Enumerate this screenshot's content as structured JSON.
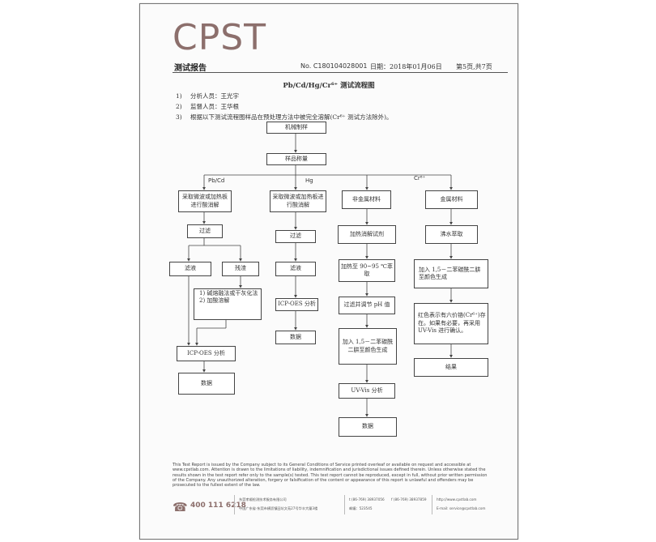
{
  "header": {
    "logo": "CPST",
    "report_title": "测试报告",
    "report_no": "No. C180104028001",
    "date": "日期：2018年01月06日",
    "page": "第5页,共7页"
  },
  "flow_title": "Pb/Cd/Hg/Cr⁶⁺ 测试流程图",
  "notes": [
    {
      "num": "1)",
      "text": "分析人员：王光宇"
    },
    {
      "num": "2)",
      "text": "监督人员：王华根"
    },
    {
      "num": "3)",
      "text": "根据以下测试流程图样品在预处理方法中被完全溶解(Cr⁶⁺ 测试方法除外)。"
    }
  ],
  "flow": {
    "mechanical": "机械制样",
    "weigh": "样品称量",
    "branch_pbcd": "Pb/Cd",
    "branch_hg": "Hg",
    "branch_cr": "Cr⁶⁺",
    "pbcd_digest": "采取微波或加热板进行酸消解",
    "hg_digest": "采取微波或加热板进行酸消解",
    "nonmetal": "非金属材料",
    "metal": "金属材料",
    "pbcd_filter": "过滤",
    "hg_filter": "过滤",
    "add_digest_reagent": "加热消解试剂",
    "boil_extract": "沸水萃取",
    "pbcd_filtrate": "滤液",
    "residue": "残渣",
    "hg_filtrate": "滤液",
    "heat_extract": "加热至 90~95 ℃萃取",
    "add_dpc_metal": "加入 1,5－二苯碳酰二肼至颜色生成",
    "residue_steps": [
      {
        "num": "1)",
        "text": "碱熔融法或干灰化法"
      },
      {
        "num": "2)",
        "text": "加酸溶解"
      }
    ],
    "hg_icp": "ICP-OES 分析",
    "filter_ph": "过滤并调节 pH 值",
    "hg_data": "数据",
    "cr_result_note": "红色表示有六价铬(Cr⁶⁺)存在。如果有必要，再采用 UV-Vis 进行确认。",
    "add_dpc_nonmetal": "加入 1,5－二苯碳酰二肼至颜色生成",
    "pbcd_icp": "ICP-OES 分析",
    "metal_result": "结果",
    "pbcd_data": "数据",
    "uvvis": "UV-Vis 分析",
    "cr_data": "数据"
  },
  "footer": {
    "disclaimer": "This Test Report is issued by the Company subject to its General Conditions of Service printed overleaf or available on request and accessible at www.cpstlab.com. Attention is drawn to the limitations of liability, indemnification and jurisdictional issues defined therein. Unless otherwise stated the results shown in the test report refer only to the sample(s) tested. This test report cannot be reproduced, except in full, without prior written permission of the Company. Any unauthorized alteration, forgery or falsification of the content or appearance of this report is unlawful and offenders may be prosecuted to the fullest extent of the law.",
    "phone": "400 111 6218",
    "company": "东莞孝顺检测技术服务有限公司",
    "address": "中国广东省·东莞市横沥镇田坑文苑27号华丰大厦3楼",
    "tel": "t (86-769) 38937056",
    "fax": "f (86-769) 38937859",
    "postcode": "邮编：523545",
    "website": "http://www.cpstlab.com",
    "email": "E-mail: service@cpstlab.com"
  },
  "colors": {
    "logo": "#8c6f6c",
    "line": "#444444"
  }
}
